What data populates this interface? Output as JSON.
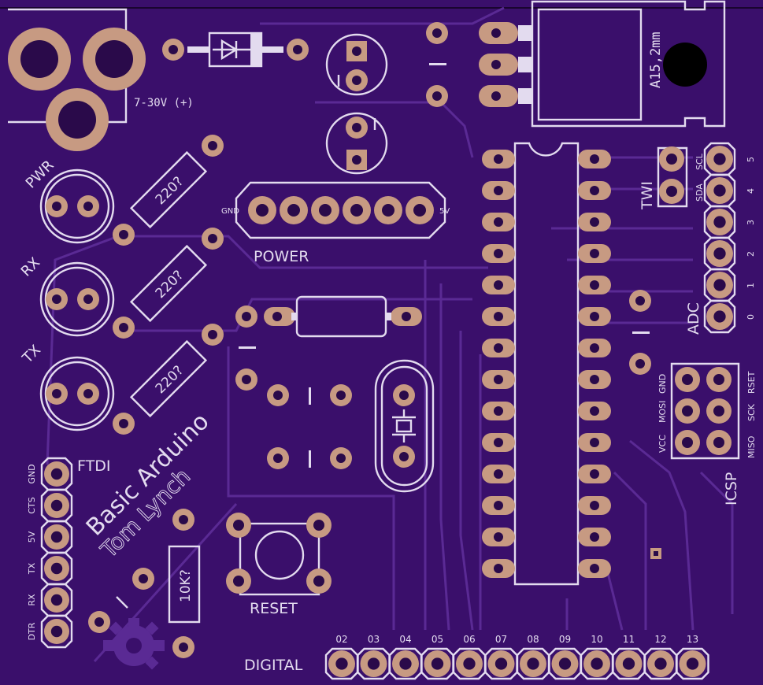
{
  "labels": {
    "power_in": "7-30V (+)",
    "pwr": "PWR",
    "rx": "RX",
    "tx": "TX",
    "r1": "220?",
    "r2": "220?",
    "r3": "220?",
    "r4": "10K?",
    "gnd": "GND",
    "v5": "5V",
    "power": "POWER",
    "regulator": "A15,2mm",
    "twi": "TWI",
    "scl": "SCL",
    "sda": "SDA",
    "adc": "ADC",
    "adc_pins": [
      "5",
      "4",
      "3",
      "2",
      "1",
      "0"
    ],
    "icsp": "ICSP",
    "icsp_left": [
      "GND",
      "MOSI",
      "VCC"
    ],
    "icsp_right": [
      "RSET",
      "SCK",
      "MISO"
    ],
    "ftdi": "FTDI",
    "ftdi_pins": [
      "GND",
      "CTS",
      "5V",
      "TX",
      "RX",
      "DTR"
    ],
    "title1": "Basic Arduino",
    "title2": "Tom Lynch",
    "reset": "RESET",
    "digital": "DIGITAL",
    "digital_pins": [
      "02",
      "03",
      "04",
      "05",
      "06",
      "07",
      "08",
      "09",
      "10",
      "11",
      "12",
      "13"
    ]
  },
  "colors": {
    "board": "#3a0f6b",
    "silk": "#e3dbef",
    "pad": "#c79a82",
    "trace": "#5a2a94"
  }
}
